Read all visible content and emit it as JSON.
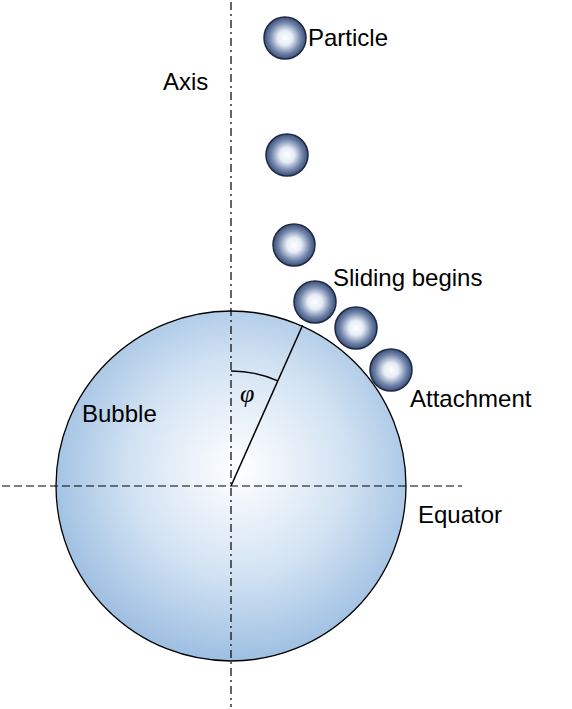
{
  "diagram": {
    "nodes": [
      {
        "text": [
          "Bubble"
        ]
      }
    ],
    "labels": [
      "Particle",
      "Axis",
      "Sliding begins",
      "Attachment",
      "Equator",
      "φ"
    ]
  }
}
